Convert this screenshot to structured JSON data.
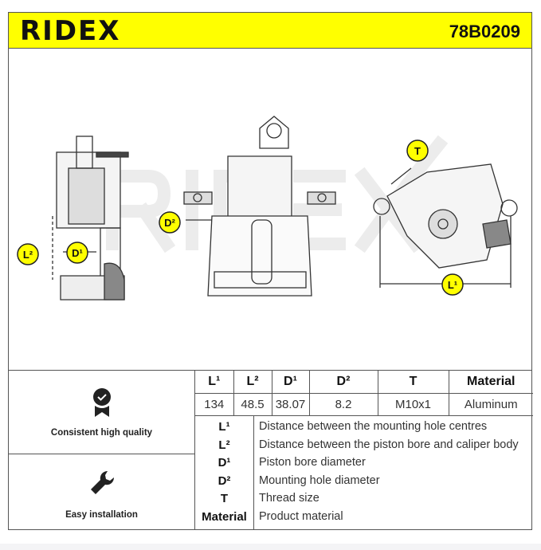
{
  "header": {
    "brand": "RIDEX",
    "part_number": "78B0209"
  },
  "drawing": {
    "watermark": "RIDEX",
    "labels": {
      "l1": "L¹",
      "l2": "L²",
      "d1": "D¹",
      "d2": "D²",
      "t": "T"
    }
  },
  "features": [
    {
      "label": "Consistent high quality",
      "icon": "quality-badge-icon"
    },
    {
      "label": "Easy installation",
      "icon": "wrench-icon"
    }
  ],
  "spec": {
    "headers": [
      "L¹",
      "L²",
      "D¹",
      "D²",
      "T",
      "Material"
    ],
    "values": [
      "134",
      "48.5",
      "38.07",
      "8.2",
      "M10x1",
      "Aluminum"
    ]
  },
  "legend": [
    {
      "key": "L¹",
      "desc": "Distance between the mounting hole centres"
    },
    {
      "key": "L²",
      "desc": "Distance between the piston bore and caliper body"
    },
    {
      "key": "D¹",
      "desc": "Piston bore diameter"
    },
    {
      "key": "D²",
      "desc": "Mounting hole diameter"
    },
    {
      "key": "T",
      "desc": "Thread size"
    },
    {
      "key": "Material",
      "desc": "Product material"
    }
  ],
  "colors": {
    "header_bg": "#ffff00",
    "badge_bg": "#222222"
  }
}
